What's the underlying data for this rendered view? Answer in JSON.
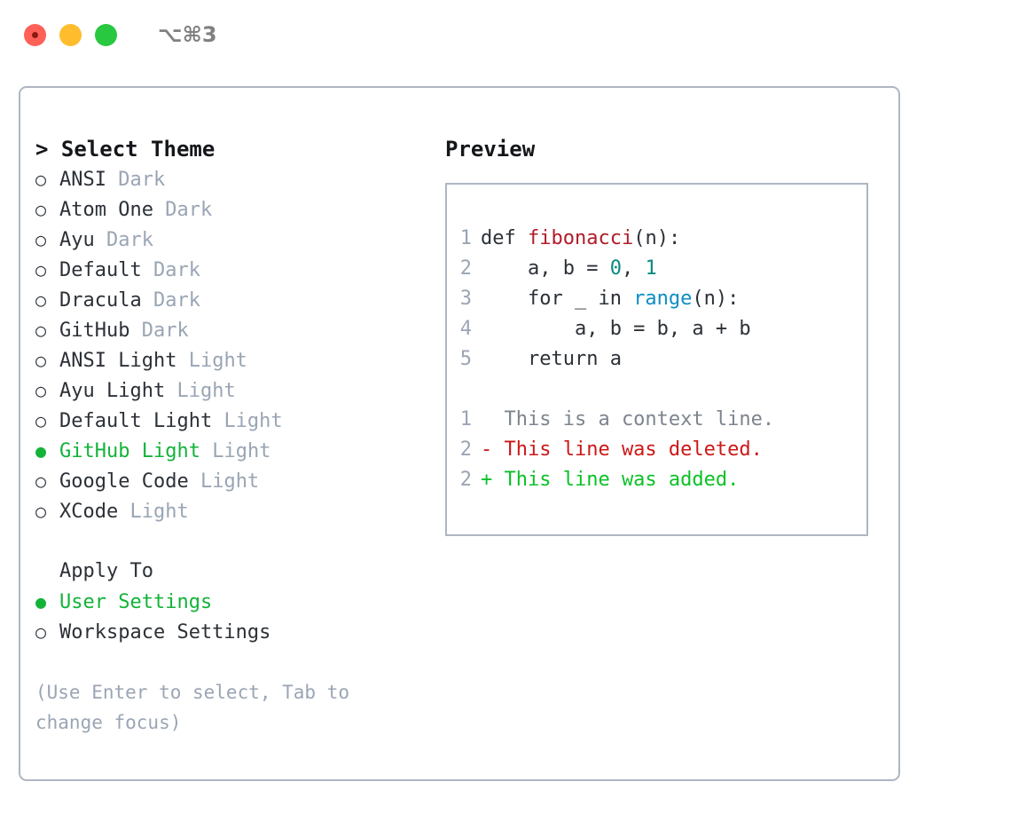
{
  "titlebar": {
    "shortcut": "⌥⌘3",
    "lights": [
      "close",
      "minimize",
      "maximize"
    ]
  },
  "theme_picker": {
    "title": "> Select Theme",
    "marker_unselected": "○",
    "marker_selected": "●",
    "items": [
      {
        "label": "ANSI",
        "tag": "Dark",
        "selected": false
      },
      {
        "label": "Atom One",
        "tag": "Dark",
        "selected": false
      },
      {
        "label": "Ayu",
        "tag": "Dark",
        "selected": false
      },
      {
        "label": "Default",
        "tag": "Dark",
        "selected": false
      },
      {
        "label": "Dracula",
        "tag": "Dark",
        "selected": false
      },
      {
        "label": "GitHub",
        "tag": "Dark",
        "selected": false
      },
      {
        "label": "ANSI Light",
        "tag": "Light",
        "selected": false
      },
      {
        "label": "Ayu Light",
        "tag": "Light",
        "selected": false
      },
      {
        "label": "Default Light",
        "tag": "Light",
        "selected": false
      },
      {
        "label": "GitHub Light",
        "tag": "Light",
        "selected": true
      },
      {
        "label": "Google Code",
        "tag": "Light",
        "selected": false
      },
      {
        "label": "XCode",
        "tag": "Light",
        "selected": false
      }
    ]
  },
  "apply_to": {
    "heading": "Apply To",
    "items": [
      {
        "label": "User Settings",
        "selected": true
      },
      {
        "label": "Workspace Settings",
        "selected": false
      }
    ]
  },
  "help_text": "(Use Enter to select, Tab to change focus)",
  "preview": {
    "title": "Preview",
    "code": [
      {
        "num": "1",
        "tokens": [
          {
            "t": "def ",
            "c": "code-txt"
          },
          {
            "t": "fibonacci",
            "c": "tok-fn"
          },
          {
            "t": "(n):",
            "c": "code-txt"
          }
        ]
      },
      {
        "num": "2",
        "tokens": [
          {
            "t": "    a, b = ",
            "c": "code-txt"
          },
          {
            "t": "0",
            "c": "tok-num"
          },
          {
            "t": ", ",
            "c": "code-txt"
          },
          {
            "t": "1",
            "c": "tok-num"
          }
        ]
      },
      {
        "num": "3",
        "tokens": [
          {
            "t": "    for _ in ",
            "c": "code-txt"
          },
          {
            "t": "range",
            "c": "tok-call"
          },
          {
            "t": "(n):",
            "c": "code-txt"
          }
        ]
      },
      {
        "num": "4",
        "tokens": [
          {
            "t": "        a, b = b, a + b",
            "c": "code-txt"
          }
        ]
      },
      {
        "num": "5",
        "tokens": [
          {
            "t": "    return a",
            "c": "code-txt"
          }
        ]
      }
    ],
    "diff": [
      {
        "num": "1",
        "text": "  This is a context line.",
        "kind": "diff-ctx"
      },
      {
        "num": "2",
        "text": "- This line was deleted.",
        "kind": "diff-del"
      },
      {
        "num": "2",
        "text": "+ This line was added.",
        "kind": "diff-add"
      }
    ]
  },
  "colors": {
    "accent_green": "#13b33a",
    "border": "#aeb6c2",
    "muted": "#9aa5b4",
    "text": "#2c3138",
    "fn_red": "#b01b28",
    "num_teal": "#0a8a80",
    "call_blue": "#0d8ec4",
    "diff_del": "#cc1818",
    "diff_add": "#0bc127"
  }
}
